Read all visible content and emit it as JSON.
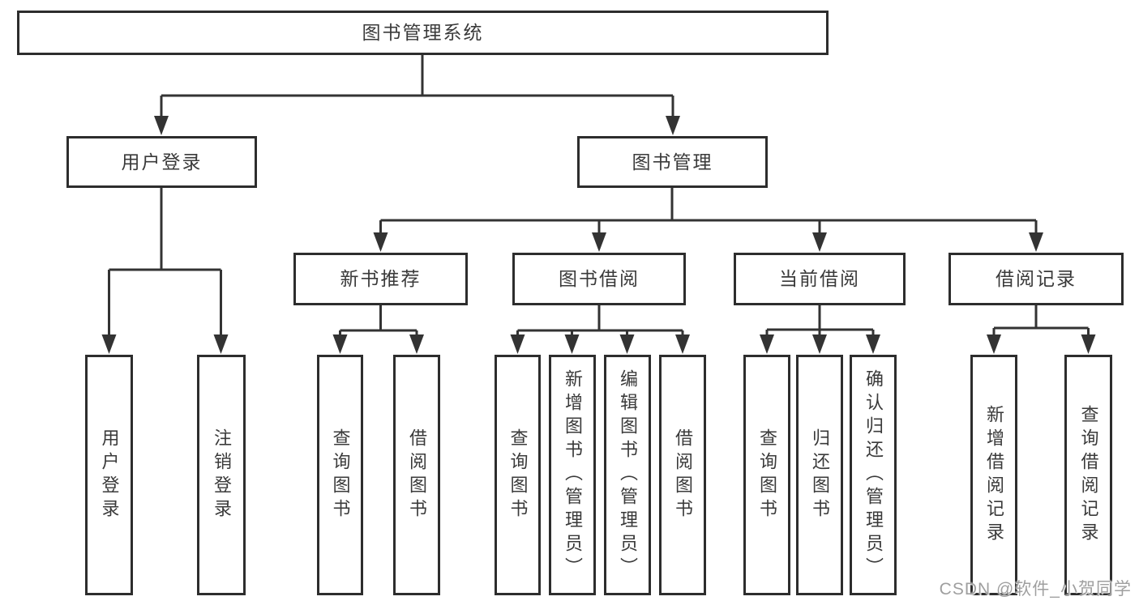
{
  "diagram": {
    "root": {
      "label": "图书管理系统"
    },
    "branches": [
      {
        "label": "用户登录",
        "children": [
          {
            "label": "用户登录"
          },
          {
            "label": "注销登录"
          }
        ]
      },
      {
        "label": "图书管理",
        "children": [
          {
            "label": "新书推荐",
            "children": [
              {
                "label": "查询图书"
              },
              {
                "label": "借阅图书"
              }
            ]
          },
          {
            "label": "图书借阅",
            "children": [
              {
                "label": "查询图书"
              },
              {
                "label": "新增图书（管理员）"
              },
              {
                "label": "编辑图书（管理员）"
              },
              {
                "label": "借阅图书"
              }
            ]
          },
          {
            "label": "当前借阅",
            "children": [
              {
                "label": "查询图书"
              },
              {
                "label": "归还图书"
              },
              {
                "label": "确认归还（管理员）"
              }
            ]
          },
          {
            "label": "借阅记录",
            "children": [
              {
                "label": "新增借阅记录"
              },
              {
                "label": "查询借阅记录"
              }
            ]
          }
        ]
      }
    ]
  },
  "watermark": "CSDN @软件_小贺同学",
  "colors": {
    "line": "#333333",
    "box_border": "#2d2d2d",
    "text": "#3a3a3a",
    "background": "#ffffff",
    "watermark": "#9f9f9f"
  }
}
